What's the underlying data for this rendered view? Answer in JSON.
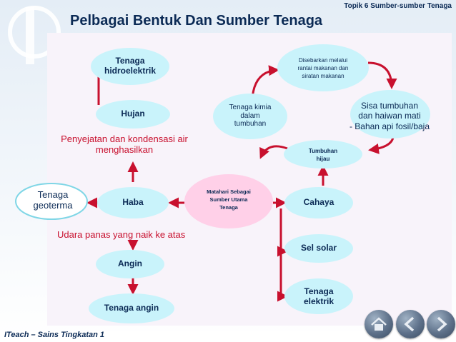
{
  "header": {
    "topic": "Topik 6 Sumber-sumber Tenaga",
    "title": "Pelbagai Bentuk Dan Sumber Tenaga"
  },
  "footer": {
    "credit": "ITeach – Sains Tingkatan 1"
  },
  "nodes": {
    "center": "Matahari Sebagai\nSumber Utama\nTenaga",
    "haba": "Haba",
    "hujan": "Hujan",
    "hidro": "Tenaga\nhidroelektrik",
    "geoterma": "Tenaga\ngeoterma",
    "angin": "Angin",
    "tenaga_angin": "Tenaga angin",
    "cahaya": "Cahaya",
    "sel_solar": "Sel solar",
    "elektrik": "Tenaga\nelektrik",
    "tumbuhan_hijau": "Tumbuhan\nhijau",
    "kimia": "Tenaga kimia\ndalam\ntumbuhan",
    "disebarkan": "Disebarkan melalui\nrantai makanan dan\nsiratan makanan",
    "sisa": "Sisa tumbuhan\ndan haiwan mati\n- Bahan api fosil/baja"
  },
  "labels": {
    "penyejatan": "Penyejatan dan kondensasi air\nmenghasilkan",
    "udara": "Udara panas yang naik ke atas"
  },
  "colors": {
    "title": "#0b2a55",
    "arrow": "#c8102e",
    "cloud": "#c9f3fb",
    "center": "#ffd0e8",
    "panel": "#f8f3fa"
  },
  "nav": {
    "home": "home-icon",
    "back": "back-icon",
    "forward": "forward-icon"
  }
}
